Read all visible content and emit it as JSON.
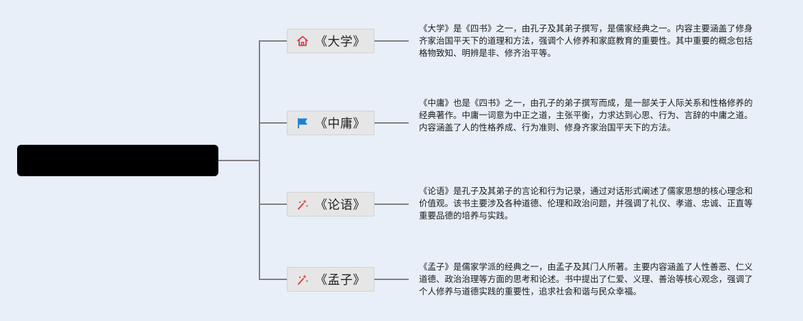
{
  "root": {
    "label": ""
  },
  "branches": [
    {
      "id": "daxue",
      "title": "《大学》",
      "icon": "home-icon",
      "icon_color": "#d9364a",
      "description": "《大学》是《四书》之一，由孔子及其弟子撰写，是儒家经典之一。内容主要涵盖了修身齐家治国平天下的道理和方法，强调个人修养和家庭教育的重要性。其中重要的概念包括格物致知、明辨是非、修齐治平等。"
    },
    {
      "id": "zhongyong",
      "title": "《中庸》",
      "icon": "flag-icon",
      "icon_color": "#1a7fd6",
      "description": "《中庸》也是《四书》之一，由孔子的弟子撰写而成，是一部关于人际关系和性格修养的经典著作。中庸一词意为中正之道，主张平衡，力求达到心思、行为、言辞的中庸之道。内容涵盖了人的性格养成、行为准则、修身齐家治国平天下的方法。"
    },
    {
      "id": "lunyu",
      "title": "《论语》",
      "icon": "sparkle-wand-icon",
      "icon_color": "#e0413b",
      "description": "《论语》是孔子及其弟子的言论和行为记录，通过对话形式阐述了儒家思想的核心理念和价值观。该书主要涉及各种道德、伦理和政治问题，并强调了礼仪、孝道、忠诚、正直等重要品德的培养与实践。"
    },
    {
      "id": "mengzi",
      "title": "《孟子》",
      "icon": "sparkle-wand-icon",
      "icon_color": "#e0413b",
      "description": "《孟子》是儒家学派的经典之一，由孟子及其门人所著。主要内容涵盖了人性善恶、仁义道德、政治治理等方面的思考和论述。书中提出了仁爱、义理、善治等核心观念，强调了个人修养与道德实践的重要性，追求社会和谐与民众幸福。"
    }
  ],
  "colors": {
    "background": "#e8eff8",
    "connector": "#7f7f7f",
    "node_fill": "#e6e6e6",
    "root_fill": "#000000"
  }
}
